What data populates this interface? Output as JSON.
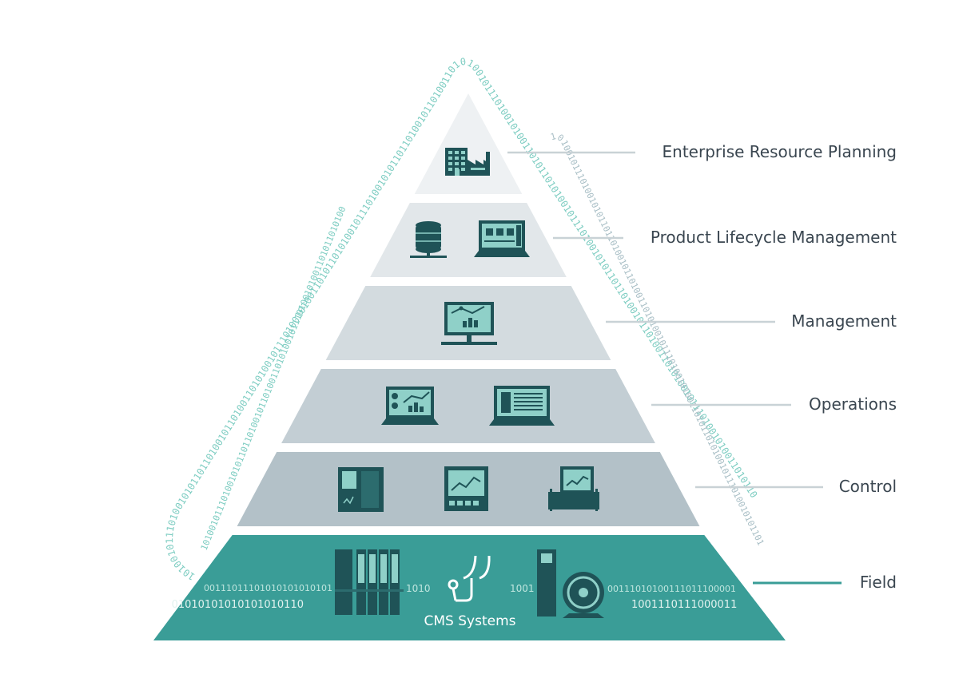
{
  "colors": {
    "teal": "#3a9d97",
    "dark_icon": "#1f5357",
    "icon_screen": "#8fd0c8",
    "binary_outer": "#7ecdc2",
    "binary_inner": "#a9bfc6",
    "leader": "#c9d2d6",
    "label_text": "#3a4650"
  },
  "layers": [
    {
      "id": "erp",
      "label": "Enterprise Resource Planning",
      "fill": "#eef1f3",
      "icons": [
        "factory-icon"
      ]
    },
    {
      "id": "plm",
      "label": "Product Lifecycle Management",
      "fill": "#e2e7ea",
      "icons": [
        "database-icon",
        "laptop-3d-design-icon"
      ]
    },
    {
      "id": "mgmt",
      "label": "Management",
      "fill": "#d3dbdf",
      "icons": [
        "analytics-monitor-icon"
      ]
    },
    {
      "id": "ops",
      "label": "Operations",
      "fill": "#c3ced4",
      "icons": [
        "dashboard-laptop-icon",
        "document-laptop-icon"
      ]
    },
    {
      "id": "ctrl",
      "label": "Control",
      "fill": "#b3c1c8",
      "icons": [
        "control-panel-icon",
        "hmi-panel-icon",
        "controller-unit-icon"
      ]
    },
    {
      "id": "field",
      "label": "Field",
      "fill": "#3a9d97",
      "icons": [
        "io-module-rack-icon",
        "stethoscope-icon",
        "drive-motor-icon"
      ]
    }
  ],
  "field_caption": "CMS Systems",
  "field_binary": {
    "left_row1": "00111011101010101010101",
    "left_row2": "01010101010101010110",
    "left_mid": "1010",
    "right_mid": "1001",
    "right_row1": "00111010100111011100001",
    "right_row2": "1001110111000011"
  },
  "binary_pattern": "10100101110100101011011010010110100110101001011101001010011010110"
}
